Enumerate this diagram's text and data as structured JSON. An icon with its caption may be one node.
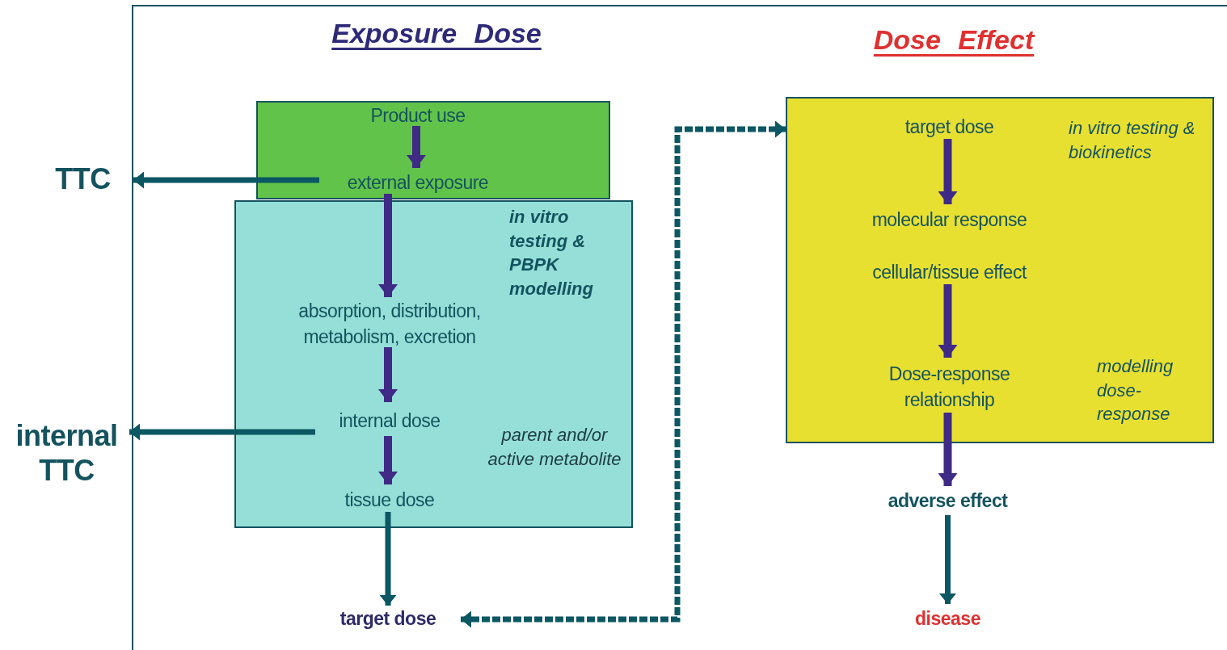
{
  "diagram": {
    "nodes": [
      {
        "text": [],
        "shape": "box"
      },
      {
        "text": [
          "Product use"
        ],
        "in": 0
      },
      {
        "text": [
          "external exposure"
        ],
        "in": 0
      },
      {
        "text": [
          "in vitro testing & PBPK modelling",
          "parent and/or active metabolite"
        ]
      },
      {
        "text": [
          "absorption, distribution, metabolism, excretion"
        ],
        "in": 3
      },
      {
        "text": [
          "internal dose"
        ],
        "in": 3
      },
      {
        "text": [
          "tissue dose"
        ],
        "in": 3
      },
      {
        "text": [
          "target dose"
        ]
      },
      {
        "text": [
          "TTC"
        ]
      },
      {
        "text": [
          "internal TTC"
        ]
      },
      {
        "text": [
          "in vitro testing & biokinetics",
          "modelling dose-response"
        ]
      },
      {
        "text": [
          "target dose"
        ],
        "in": 10
      },
      {
        "text": [
          "molecular response"
        ],
        "in": 10
      },
      {
        "text": [
          "cellular/tissue effect"
        ],
        "in": 10
      },
      {
        "text": [
          "Dose-response relationship"
        ],
        "in": 10
      },
      {
        "text": [
          "adverse effect"
        ]
      },
      {
        "text": [
          "disease"
        ]
      }
    ],
    "edges": [
      {
        "from": 1,
        "to": 2,
        "arrow": "to"
      },
      {
        "from": 2,
        "to": 8,
        "arrow": "to",
        "color": "#0b5763"
      },
      {
        "from": 2,
        "to": 4,
        "arrow": "to"
      },
      {
        "from": 4,
        "to": 5,
        "arrow": "to"
      },
      {
        "from": 5,
        "to": 9,
        "arrow": "to",
        "color": "#0b5763"
      },
      {
        "from": 5,
        "to": 6,
        "arrow": "to"
      },
      {
        "from": 6,
        "to": 7,
        "arrow": "to",
        "color": "#0b5763"
      },
      {
        "from": 7,
        "to": 10,
        "arrow": "both",
        "style": "dashed",
        "color": "#0b5763"
      },
      {
        "from": 11,
        "to": 12,
        "arrow": "to"
      },
      {
        "from": 13,
        "to": 14,
        "arrow": "to"
      },
      {
        "from": 14,
        "to": 15,
        "arrow": "to"
      },
      {
        "from": 15,
        "to": 16,
        "arrow": "to",
        "color": "#0b5763"
      }
    ],
    "labels": [
      "Exposure Dose",
      "Dose Effect"
    ]
  }
}
